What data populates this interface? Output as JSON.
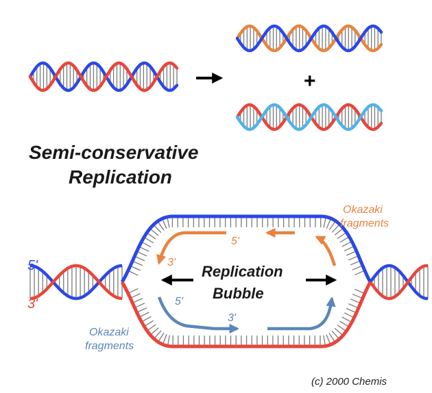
{
  "colors": {
    "parent_strand": "#e8453c",
    "template_strand": "#2b48e6",
    "new_strand_orange": "#e8843e",
    "new_strand_lightblue": "#4fb3ea",
    "okazaki_blue": "#5b86b8",
    "rung": "#7a7a7a",
    "text": "#1a1a1a"
  },
  "title": {
    "line1": "Semi-conservative",
    "line2": "Replication"
  },
  "operators": {
    "plus": "+"
  },
  "bubble": {
    "line1": "Replication",
    "line2": "Bubble"
  },
  "strand_ends": {
    "left_top": "5'",
    "left_bottom": "3'"
  },
  "strand_labels": {
    "top_5": "5'",
    "top_3": "3'",
    "bottom_5": "5'",
    "bottom_3": "3'"
  },
  "fragments": {
    "top_line1": "Okazaki",
    "top_line2": "fragments",
    "bottom_line1": "Okazaki",
    "bottom_line2": "fragments"
  },
  "credit": "(c) 2000 Chemis",
  "icons": [
    "arrow-right-icon",
    "arrow-left-icon",
    "plus-icon"
  ]
}
